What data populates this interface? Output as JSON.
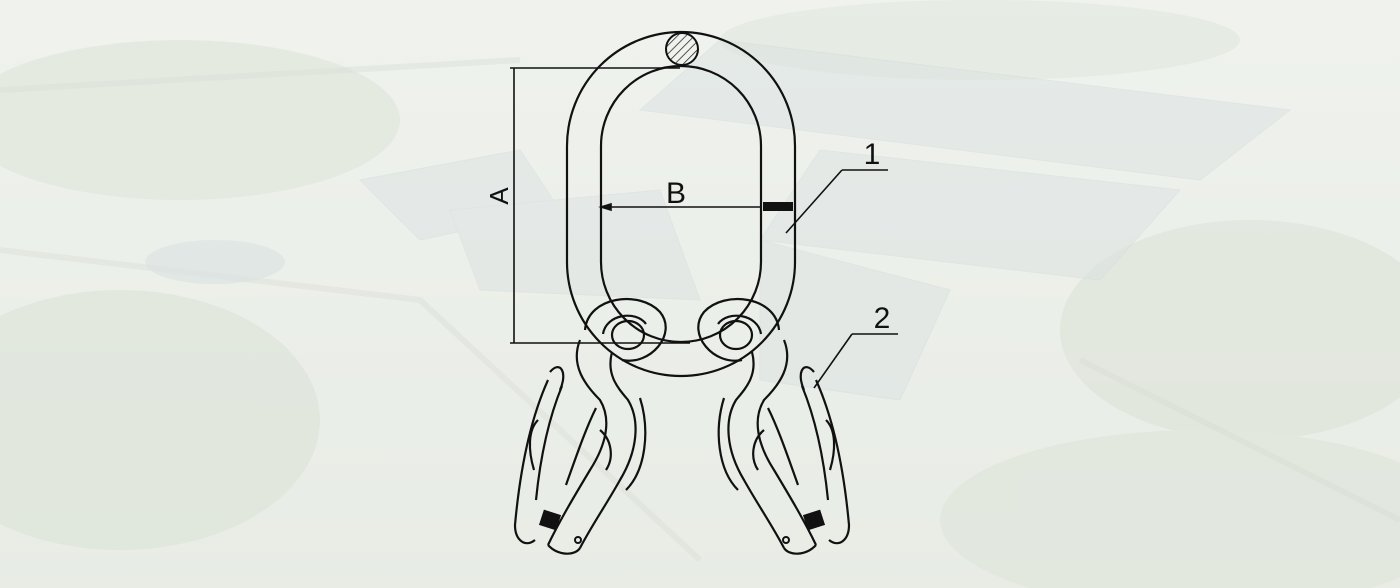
{
  "diagram": {
    "dimension_labels": {
      "height": "A",
      "width": "B"
    },
    "callouts": [
      {
        "number": "1"
      },
      {
        "number": "2"
      }
    ]
  },
  "colors": {
    "line": "#111111",
    "background_tint": "#eef1ec"
  }
}
